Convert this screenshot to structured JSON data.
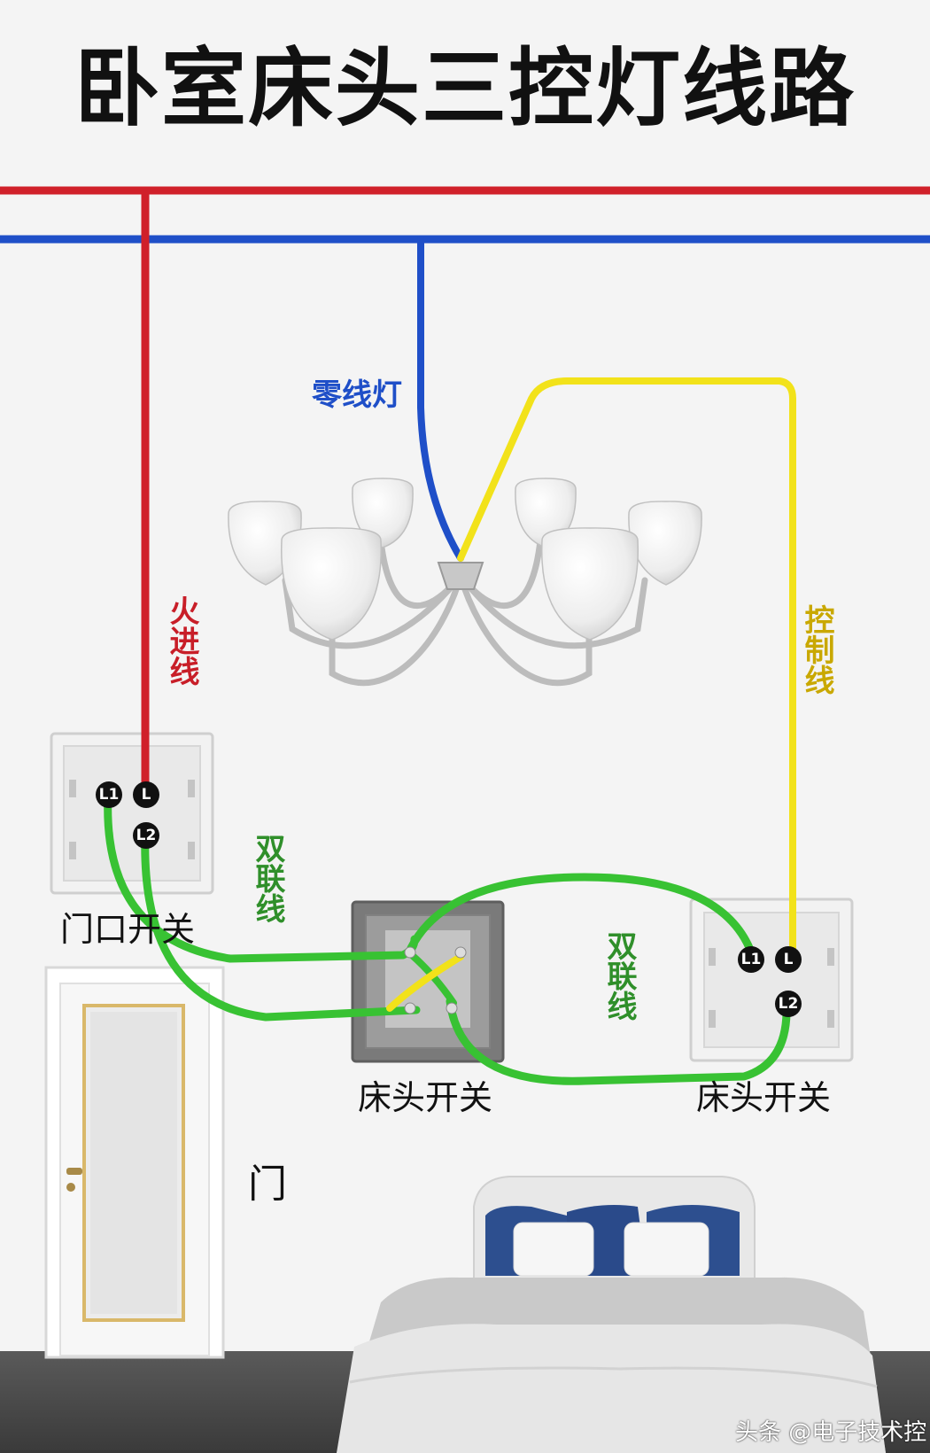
{
  "title": "卧室床头三控灯线路",
  "labels": {
    "neutral_lamp": "零线灯",
    "live_in": "火进线",
    "control": "控制线",
    "twin_left": "双联线",
    "twin_right": "双联线"
  },
  "switches": {
    "door": {
      "caption": "门口开关",
      "terminals": [
        "L1",
        "L",
        "L2"
      ]
    },
    "bedside_middle": {
      "caption": "床头开关"
    },
    "bedside_right": {
      "caption": "床头开关",
      "terminals": [
        "L1",
        "L",
        "L2"
      ]
    }
  },
  "door_label": "门",
  "watermark": "头条 @电子技术控",
  "colors": {
    "live": "#d0202a",
    "neutral": "#1f4fc8",
    "control": "#f2e21a",
    "twin": "#38c233",
    "label_red": "#c81e28",
    "label_blue": "#1f4fc8",
    "label_gold": "#c9a800",
    "label_green": "#2f8f2a"
  }
}
